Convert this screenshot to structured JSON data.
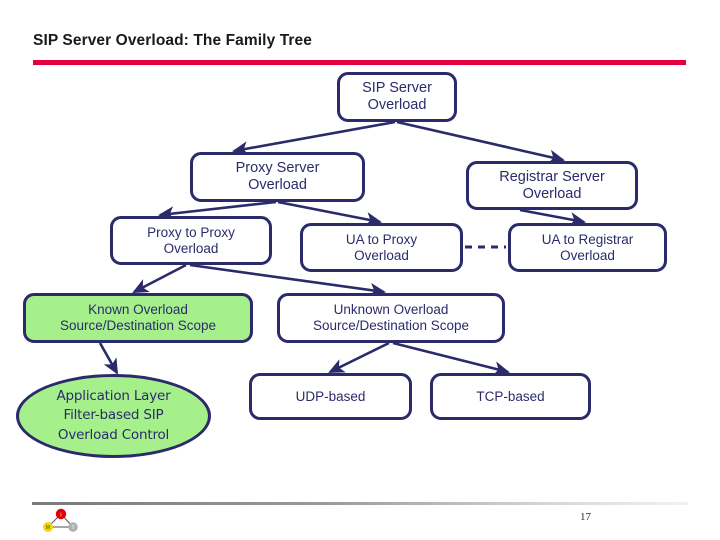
{
  "slide": {
    "title": "SIP Server Overload: The Family Tree",
    "page_number": "17",
    "accent_color": "#E4003F",
    "node_border_color": "#2B2B6B",
    "node_text_color": "#2B2B6B",
    "highlight_fill_color": "#A6F08C"
  },
  "diagram": {
    "type": "tree",
    "nodes": [
      {
        "id": "sip",
        "line1": "SIP Server",
        "line2": "Overload",
        "shape": "rounded-rect",
        "fill": "#FFFFFF"
      },
      {
        "id": "proxysrv",
        "line1": "Proxy Server",
        "line2": "Overload",
        "shape": "rounded-rect",
        "fill": "#FFFFFF"
      },
      {
        "id": "regsrv",
        "line1": "Registrar Server",
        "line2": "Overload",
        "shape": "rounded-rect",
        "fill": "#FFFFFF"
      },
      {
        "id": "p2p",
        "line1": "Proxy to Proxy",
        "line2": "Overload",
        "shape": "rounded-rect",
        "fill": "#FFFFFF"
      },
      {
        "id": "ua2p",
        "line1": "UA to Proxy",
        "line2": "Overload",
        "shape": "rounded-rect",
        "fill": "#FFFFFF"
      },
      {
        "id": "ua2r",
        "line1": "UA to Registrar",
        "line2": "Overload",
        "shape": "rounded-rect",
        "fill": "#FFFFFF"
      },
      {
        "id": "known",
        "line1": "Known Overload",
        "line2": "Source/Destination Scope",
        "shape": "rounded-rect",
        "fill": "#A6F08C"
      },
      {
        "id": "unknown",
        "line1": "Unknown Overload",
        "line2": "Source/Destination Scope",
        "shape": "rounded-rect",
        "fill": "#FFFFFF"
      },
      {
        "id": "udp",
        "line1": "UDP-based",
        "line2": "",
        "shape": "rounded-rect",
        "fill": "#FFFFFF"
      },
      {
        "id": "tcp",
        "line1": "TCP-based",
        "line2": "",
        "shape": "rounded-rect",
        "fill": "#FFFFFF"
      },
      {
        "id": "appfilter",
        "line1": "Application Layer",
        "line2": "Filter-based SIP",
        "line3": "Overload Control",
        "shape": "ellipse",
        "fill": "#A6F08C"
      }
    ],
    "edges": [
      {
        "from": "sip",
        "to": "proxysrv",
        "style": "arrow"
      },
      {
        "from": "sip",
        "to": "regsrv",
        "style": "arrow"
      },
      {
        "from": "proxysrv",
        "to": "p2p",
        "style": "arrow"
      },
      {
        "from": "proxysrv",
        "to": "ua2p",
        "style": "arrow"
      },
      {
        "from": "regsrv",
        "to": "ua2r",
        "style": "arrow"
      },
      {
        "from": "ua2p",
        "to": "ua2r",
        "style": "dashed"
      },
      {
        "from": "p2p",
        "to": "known",
        "style": "arrow"
      },
      {
        "from": "p2p",
        "to": "unknown",
        "style": "arrow"
      },
      {
        "from": "known",
        "to": "appfilter",
        "style": "arrow"
      },
      {
        "from": "unknown",
        "to": "udp",
        "style": "arrow"
      },
      {
        "from": "unknown",
        "to": "tcp",
        "style": "arrow"
      }
    ]
  },
  "logo": {
    "name": "molecule-logo",
    "nodes": [
      {
        "label": "I",
        "color": "#E00000"
      },
      {
        "label": "M",
        "color": "#F5D800"
      },
      {
        "label": "T",
        "color": "#B0B0B0"
      }
    ]
  }
}
